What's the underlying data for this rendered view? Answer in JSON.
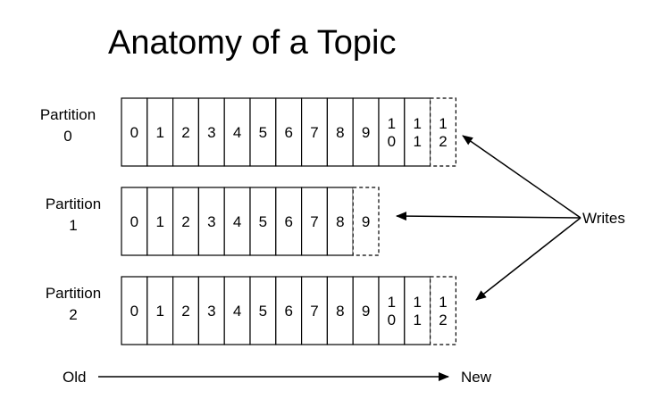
{
  "title": "Anatomy of a Topic",
  "partitions": [
    {
      "label_line1": "Partition",
      "label_line2": "0",
      "offsets": [
        "0",
        "1",
        "2",
        "3",
        "4",
        "5",
        "6",
        "7",
        "8",
        "9",
        "10",
        "11"
      ],
      "next_offset": "12"
    },
    {
      "label_line1": "Partition",
      "label_line2": "1",
      "offsets": [
        "0",
        "1",
        "2",
        "3",
        "4",
        "5",
        "6",
        "7",
        "8"
      ],
      "next_offset": "9"
    },
    {
      "label_line1": "Partition",
      "label_line2": "2",
      "offsets": [
        "0",
        "1",
        "2",
        "3",
        "4",
        "5",
        "6",
        "7",
        "8",
        "9",
        "10",
        "11"
      ],
      "next_offset": "12"
    }
  ],
  "writes_label": "Writes",
  "timeline": {
    "old_label": "Old",
    "new_label": "New"
  },
  "colors": {
    "stroke": "#000000",
    "background": "#ffffff"
  }
}
